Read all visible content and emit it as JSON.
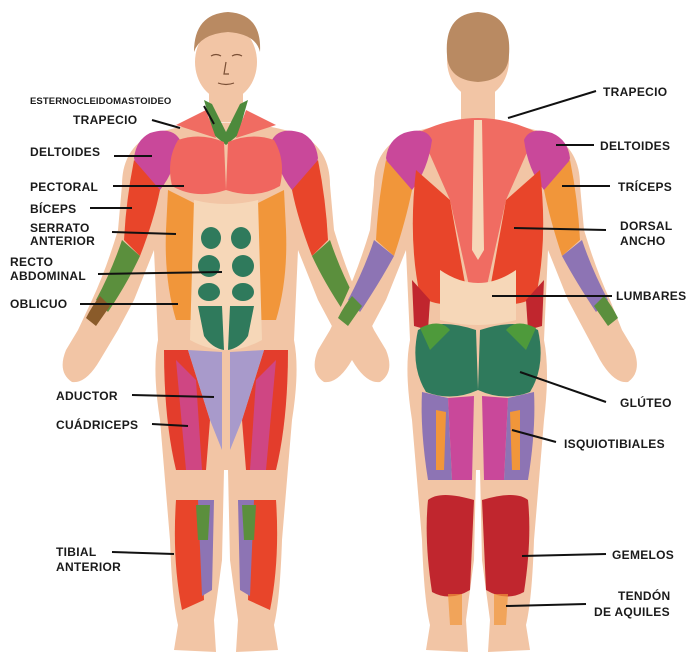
{
  "colors": {
    "skin": "#f2c5a5",
    "skin_dark": "#e9b391",
    "hair": "#b98a62",
    "trapezius": "#f06c62",
    "neck": "#4d8a3c",
    "deltoid": "#c9489a",
    "pectoral": "#f0665f",
    "biceps": "#e8452a",
    "abs": "#2f7a5c",
    "oblique": "#f1963a",
    "quad": "#e33d2c",
    "adductor": "#a89acb",
    "leg_purple": "#8d74b4",
    "glute": "#2f7a5c",
    "glute_light": "#4e9a3b",
    "calf": "#c0262e",
    "forearm_green": "#5b8f3d",
    "forearm_brown": "#8a5b2a"
  },
  "front_labels": [
    {
      "id": "esternocleidomastoideo",
      "lines": [
        "ESTERNOCLEIDOMASTOIDEO"
      ]
    },
    {
      "id": "trapecio-front",
      "lines": [
        "TRAPECIO"
      ]
    },
    {
      "id": "deltoides-front",
      "lines": [
        "DELTOIDES"
      ]
    },
    {
      "id": "pectoral",
      "lines": [
        "PECTORAL"
      ]
    },
    {
      "id": "biceps",
      "lines": [
        "BÍCEPS"
      ]
    },
    {
      "id": "serrato-anterior",
      "lines": [
        "SERRATO",
        "ANTERIOR"
      ]
    },
    {
      "id": "recto-abdominal",
      "lines": [
        "RECTO",
        "ABDOMINAL"
      ]
    },
    {
      "id": "oblicuo",
      "lines": [
        "OBLICUO"
      ]
    },
    {
      "id": "aductor",
      "lines": [
        "ADUCTOR"
      ]
    },
    {
      "id": "cuadriceps",
      "lines": [
        "CUÁDRICEPS"
      ]
    },
    {
      "id": "tibial-anterior",
      "lines": [
        "TIBIAL",
        "ANTERIOR"
      ]
    }
  ],
  "back_labels": [
    {
      "id": "trapecio-back",
      "lines": [
        "TRAPECIO"
      ]
    },
    {
      "id": "deltoides-back",
      "lines": [
        "DELTOIDES"
      ]
    },
    {
      "id": "triceps",
      "lines": [
        "TRÍCEPS"
      ]
    },
    {
      "id": "dorsal-ancho",
      "lines": [
        "DORSAL",
        "ANCHO"
      ]
    },
    {
      "id": "lumbares",
      "lines": [
        "LUMBARES"
      ]
    },
    {
      "id": "gluteo",
      "lines": [
        "GLÚTEO"
      ]
    },
    {
      "id": "isquiotibiales",
      "lines": [
        "ISQUIOTIBIALES"
      ]
    },
    {
      "id": "gemelos",
      "lines": [
        "GEMELOS"
      ]
    },
    {
      "id": "tendon-aquiles",
      "lines": [
        "TENDÓN",
        "DE AQUILES"
      ]
    }
  ]
}
